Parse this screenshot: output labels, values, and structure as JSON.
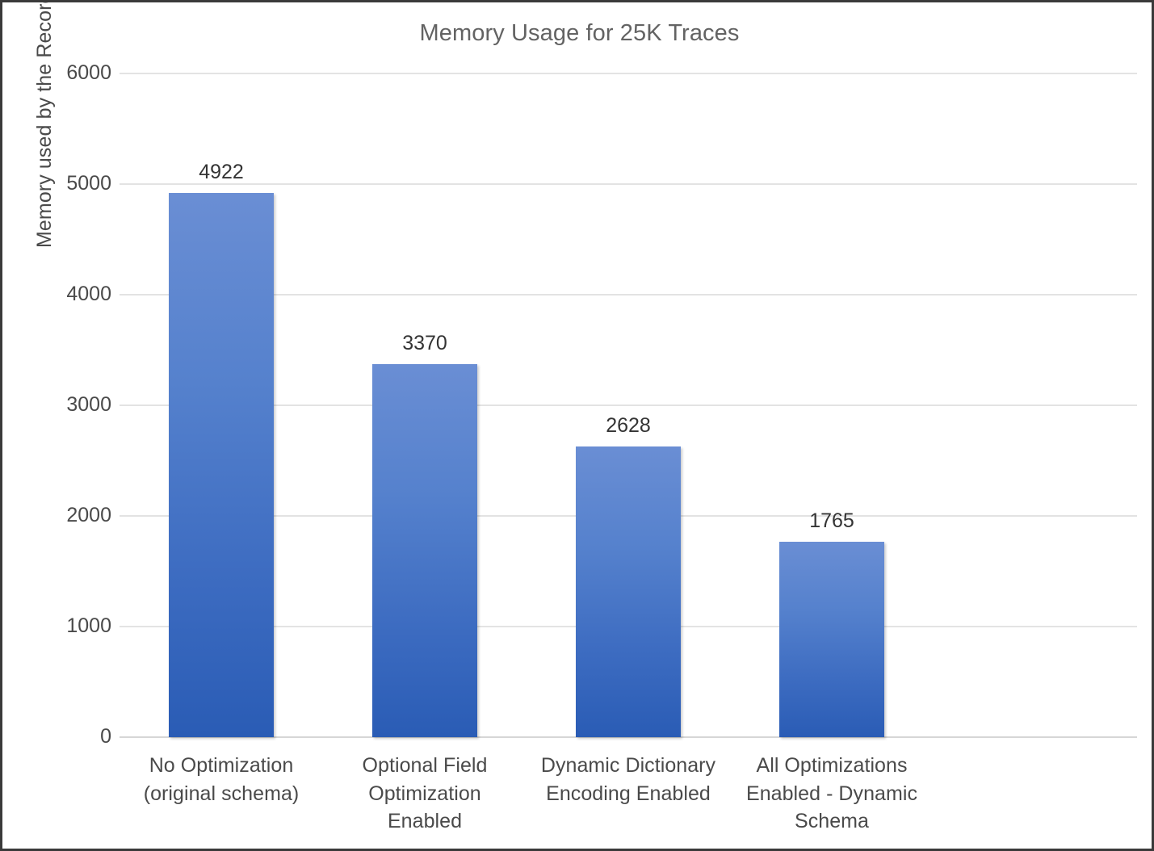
{
  "chart_data": {
    "type": "bar",
    "title": "Memory Usage for 25K Traces",
    "xlabel": "",
    "ylabel": "Memory used by the RecordBuilder (KB)",
    "categories": [
      "No Optimization (original schema)",
      "Optional Field Optimization Enabled",
      "Dynamic Dictionary Encoding Enabled",
      "All Optimizations Enabled - Dynamic Schema"
    ],
    "category_lines": [
      [
        "No Optimization",
        "(original schema)"
      ],
      [
        "Optional Field",
        "Optimization",
        "Enabled"
      ],
      [
        "Dynamic Dictionary",
        "Encoding Enabled"
      ],
      [
        "All Optimizations",
        "Enabled - Dynamic",
        "Schema"
      ]
    ],
    "values": [
      4922,
      3370,
      2628,
      1765
    ],
    "data_labels": [
      "4922",
      "3370",
      "2628",
      "1765"
    ],
    "ylim": [
      0,
      6000
    ],
    "yticks": [
      0,
      1000,
      2000,
      3000,
      4000,
      5000,
      6000
    ],
    "ytick_labels": [
      "0",
      "1000",
      "2000",
      "3000",
      "4000",
      "5000",
      "6000"
    ],
    "grid": true,
    "legend": false,
    "bar_color_top": "#6a8ed4",
    "bar_color_bottom": "#2a5cb5",
    "gridline_color": "#e3e3e3",
    "text_color": "#4a4a4a",
    "title_color": "#636363",
    "background": "#ffffff",
    "border_color": "#3a3a3a",
    "slot_count": 5
  }
}
